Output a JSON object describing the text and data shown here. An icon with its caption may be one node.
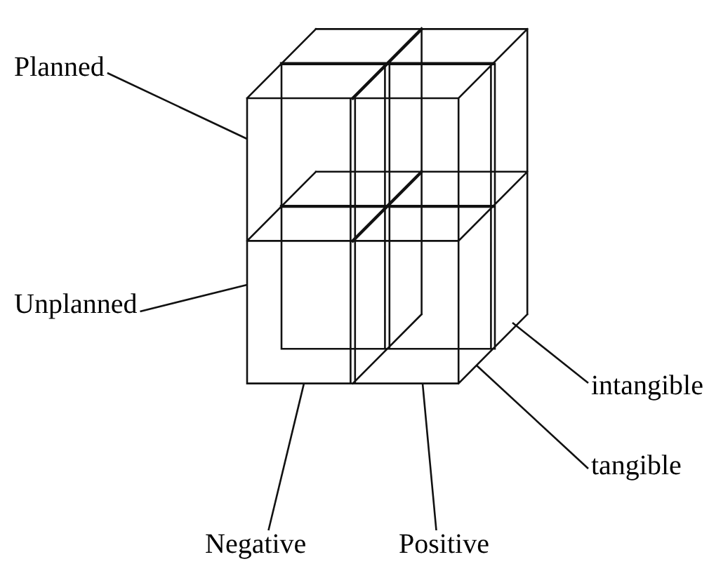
{
  "diagram": {
    "nodes": [
      {
        "text": [
          "Planned"
        ]
      },
      {
        "text": [
          "Unplanned"
        ]
      },
      {
        "text": [
          "intangible"
        ]
      },
      {
        "text": [
          "tangible"
        ]
      },
      {
        "text": [
          "Negative"
        ]
      },
      {
        "text": [
          "Positive"
        ]
      }
    ],
    "edges": [
      {
        "from": 0,
        "to": null,
        "arrow": "none"
      },
      {
        "from": 1,
        "to": null,
        "arrow": "none"
      },
      {
        "from": 2,
        "to": null,
        "arrow": "none"
      },
      {
        "from": 3,
        "to": null,
        "arrow": "none"
      },
      {
        "from": 4,
        "to": null,
        "arrow": "none"
      },
      {
        "from": 5,
        "to": null,
        "arrow": "none"
      }
    ]
  }
}
